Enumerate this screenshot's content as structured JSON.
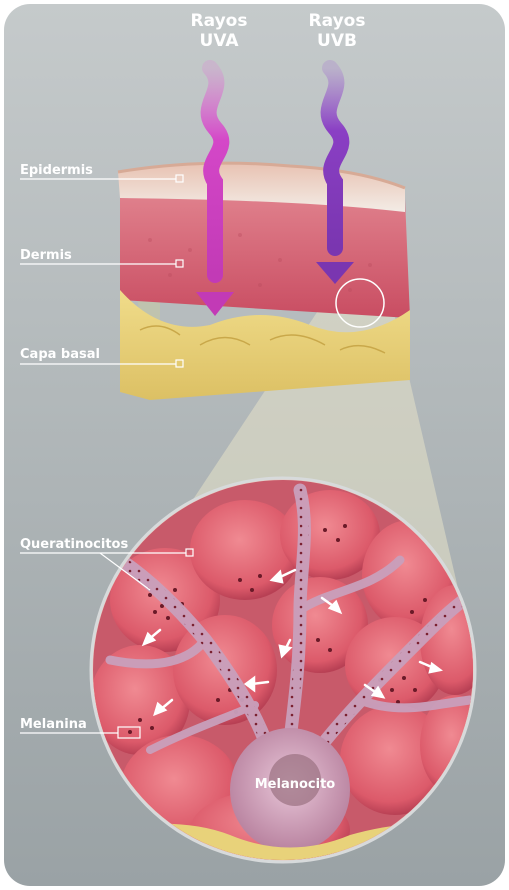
{
  "rays": [
    {
      "line1": "Rayos",
      "line2": "UVA",
      "color": "#d447c8"
    },
    {
      "line1": "Rayos",
      "line2": "UVB",
      "color": "#8a3fc4"
    }
  ],
  "layers": {
    "epidermis": "Epidermis",
    "dermis": "Dermis",
    "basal": "Capa basal"
  },
  "detail": {
    "keratinocytes": "Queratinocitos",
    "melanin": "Melanina",
    "melanocyte": "Melanocito"
  },
  "colors": {
    "background": "#a9b0b2",
    "epidermis": "#e9c5bd",
    "dermis": "#d86a7a",
    "basal": "#e8d27a",
    "cell": "#e0606f",
    "melanocyte": "#c98fa8"
  }
}
